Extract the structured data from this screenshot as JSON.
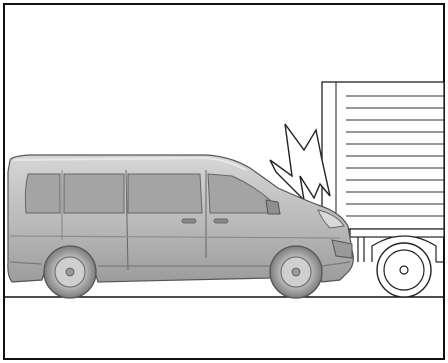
{
  "illustration": {
    "subject": "van",
    "obstacle": "truck",
    "impact": "impact-burst",
    "colors": {
      "border": "#111111",
      "van_body": "#b9b9b9",
      "van_shadow": "#8c8c8c",
      "van_window": "#9a9a9a",
      "line": "#222222",
      "background": "#ffffff"
    }
  }
}
